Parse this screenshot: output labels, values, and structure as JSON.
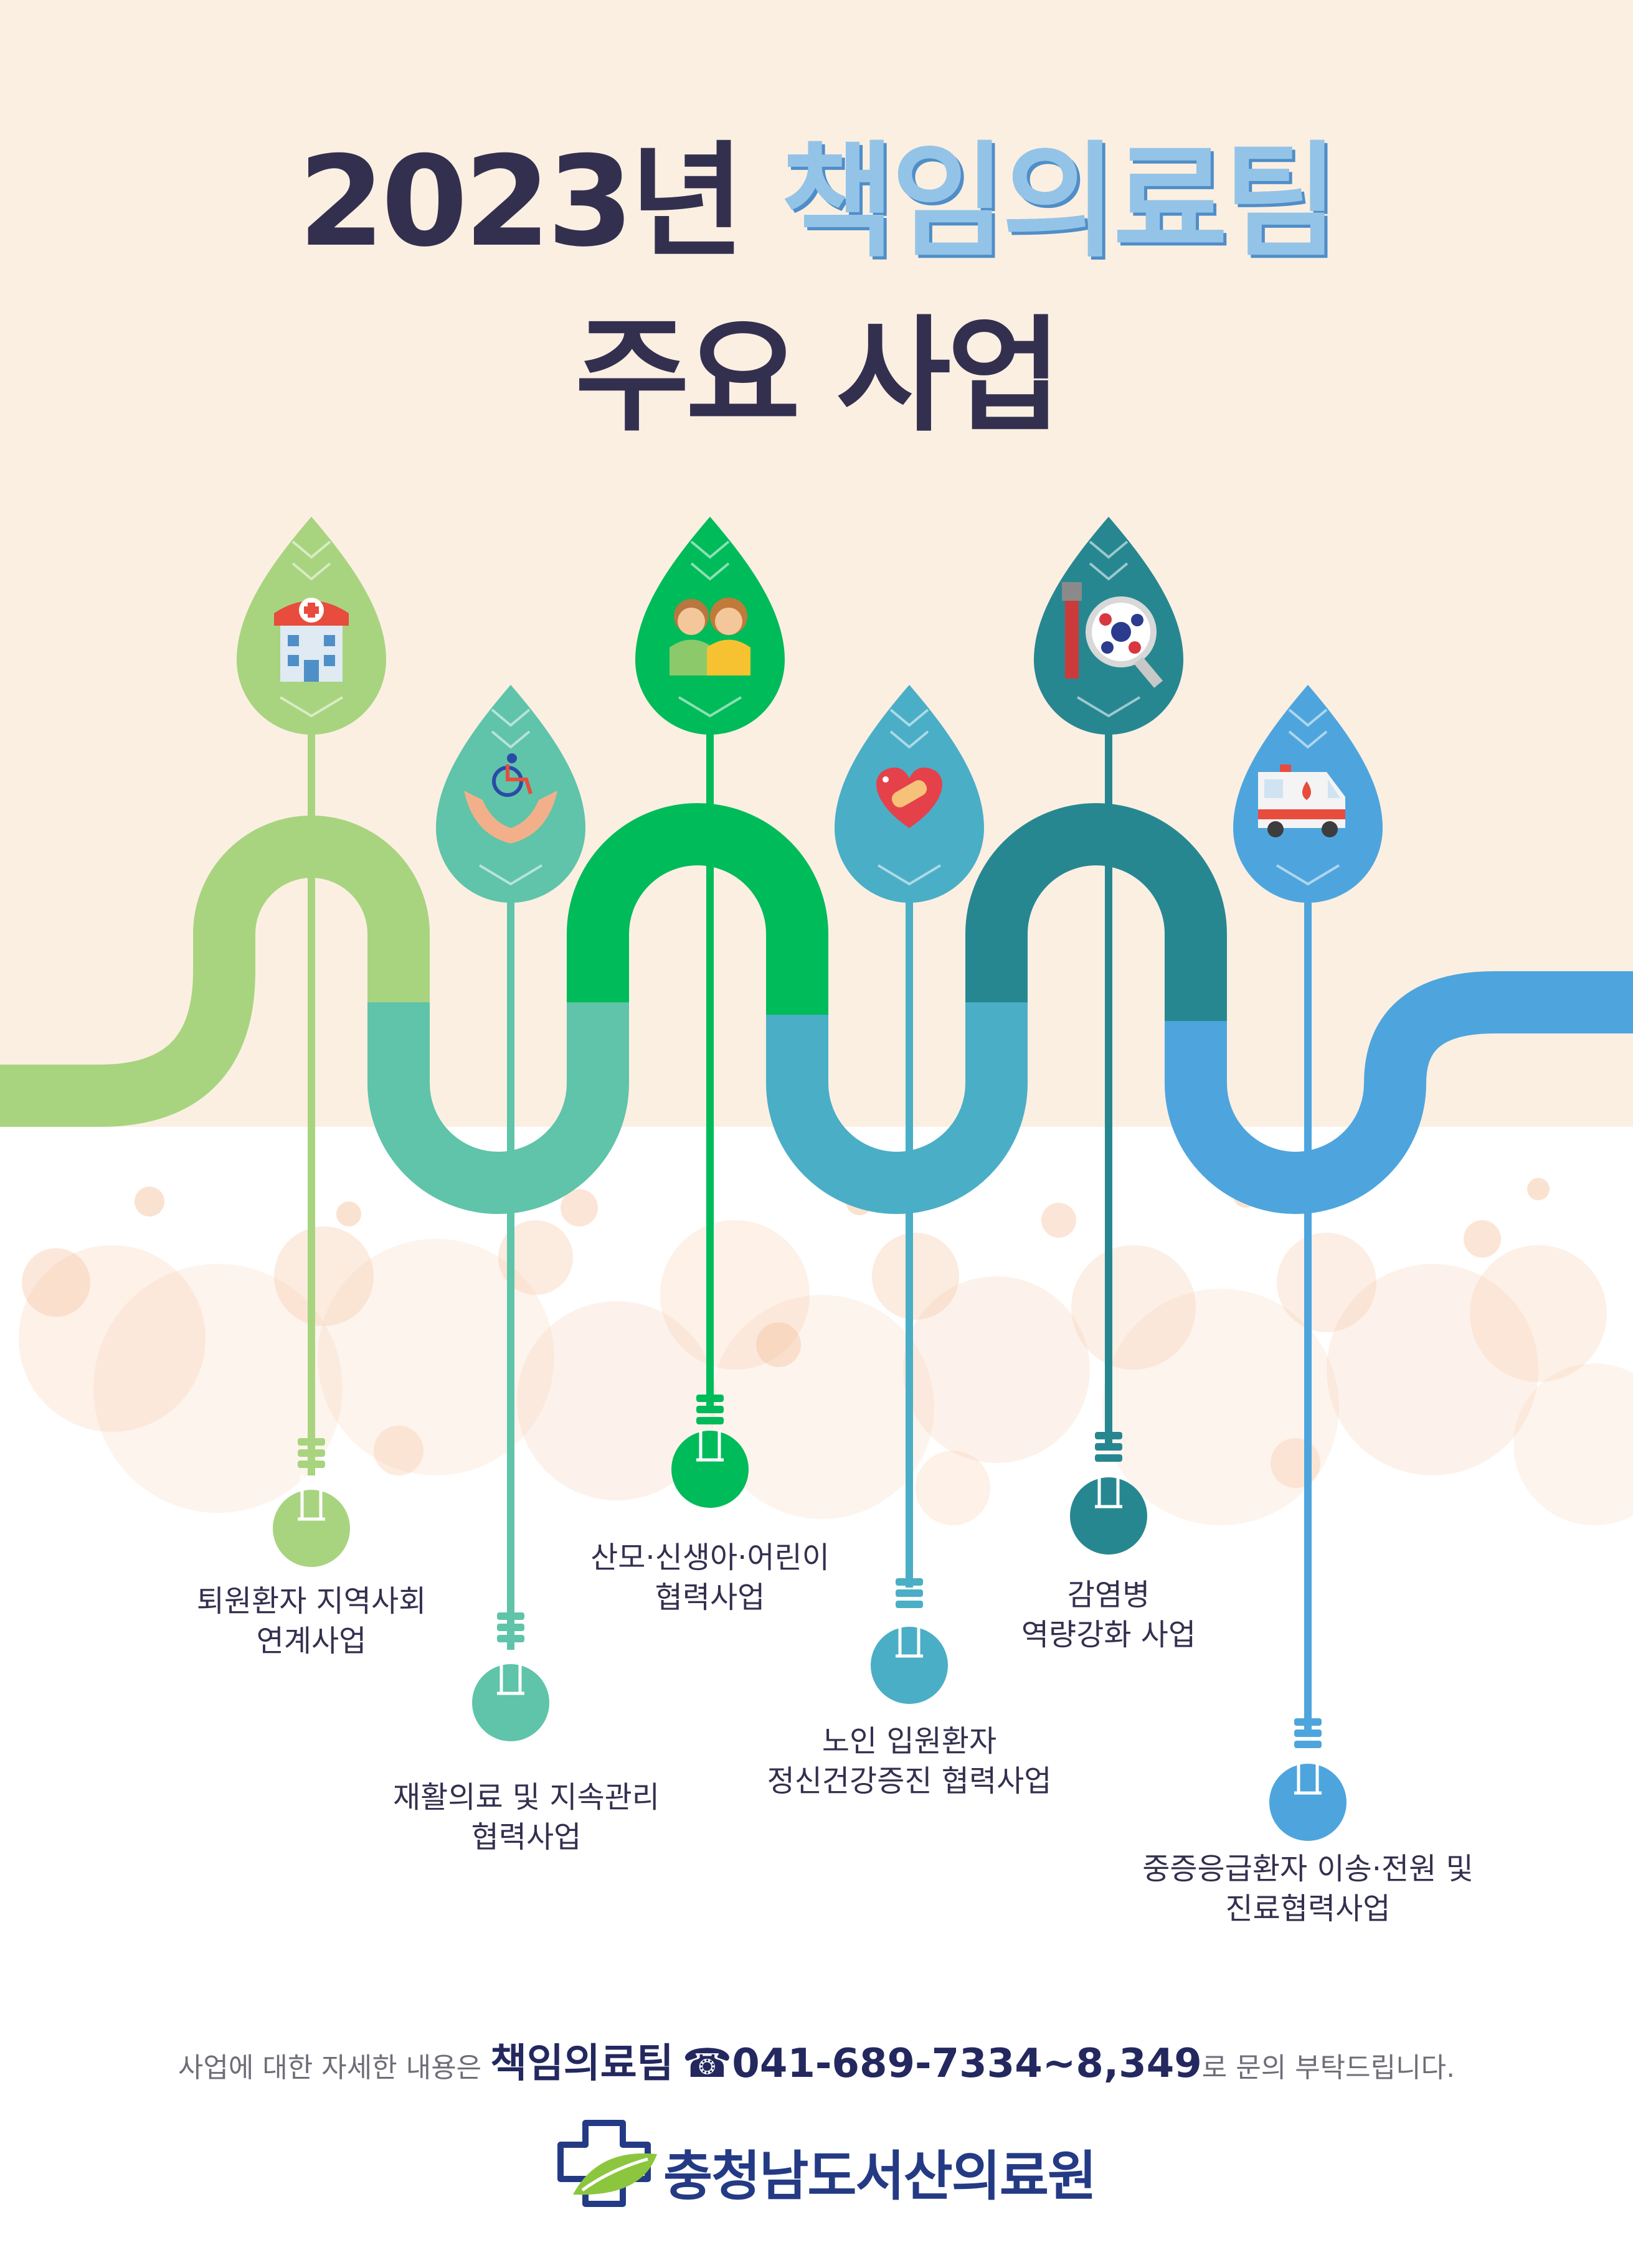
{
  "title": {
    "year": "2023년",
    "team": "책임의료팀",
    "subtitle": "주요 사업"
  },
  "projects": [
    {
      "line1": "퇴원환자 지역사회",
      "line2": "연계사업",
      "icon": "hospital-icon",
      "color": "#a8d47f"
    },
    {
      "line1": "재활의료 및 지속관리",
      "line2": "협력사업",
      "icon": "wheelchair-hands-icon",
      "color": "#5fc4a9"
    },
    {
      "line1": "산모·신생아·어린이",
      "line2": "협력사업",
      "icon": "children-icon",
      "color": "#00bb5a"
    },
    {
      "line1": "노인 입원환자",
      "line2": "정신건강증진 협력사업",
      "icon": "bandaged-heart-icon",
      "color": "#4aaec6"
    },
    {
      "line1": "감염병",
      "line2": "역량강화 사업",
      "icon": "virus-magnifier-icon",
      "color": "#278791"
    },
    {
      "line1": "중증응급환자 이송·전원 및",
      "line2": "진료협력사업",
      "icon": "ambulance-icon",
      "color": "#4ea5dd"
    }
  ],
  "contact": {
    "prefix": "사업에 대한 자세한 내용은 ",
    "team": "책임의료팀",
    "phone_icon": "☎",
    "phone": "041-689-7334~8,349",
    "suffix": "로 문의 부탁드립니다."
  },
  "organization": {
    "name": "충청남도서산의료원",
    "logo_icon": "cross-leaf-logo-icon"
  }
}
